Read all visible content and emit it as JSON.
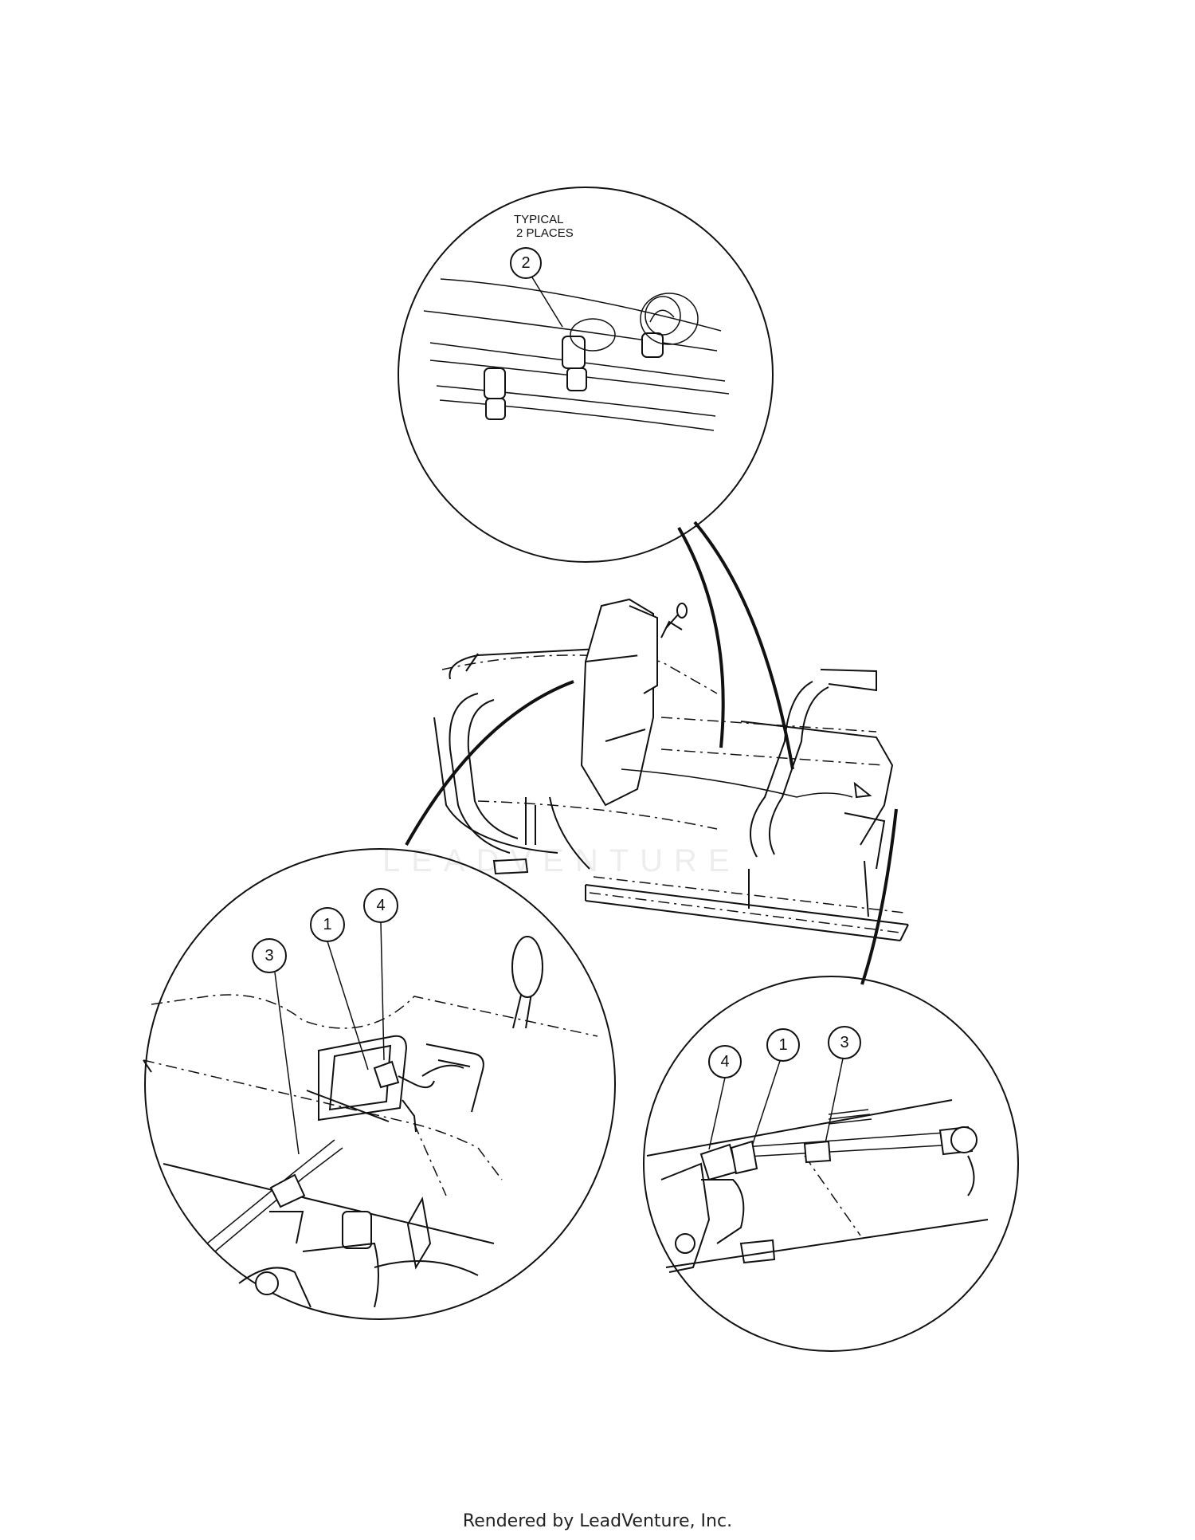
{
  "detail_top": {
    "note_line1": "TYPICAL",
    "note_line2": "2 PLACES",
    "callout": "2"
  },
  "detail_left": {
    "callouts": [
      "1",
      "4",
      "3"
    ]
  },
  "detail_right": {
    "callouts": [
      "4",
      "1",
      "3"
    ]
  },
  "watermark": "LEADVENTURE",
  "footer": "Rendered by LeadVenture, Inc."
}
